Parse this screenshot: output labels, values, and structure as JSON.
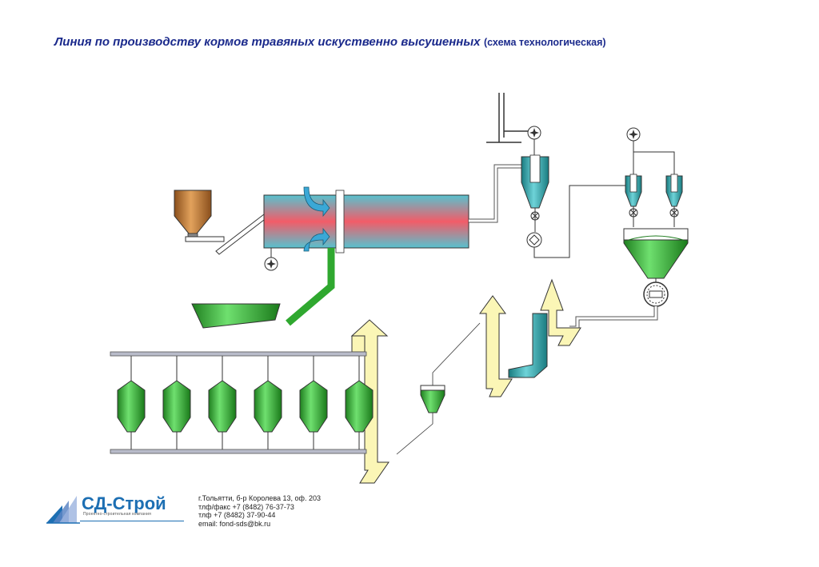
{
  "title": {
    "main": "Линия по производству кормов травяных искуственно высушенных",
    "sub": "(схема технологическая)"
  },
  "company": {
    "name": "СД-Строй",
    "tagline": "Проектно-строительная компания",
    "address": "г.Тольятти, б-р Королева 13, оф. 203",
    "phone_fax": "тлф/факс +7 (8482) 76-37-73",
    "phone": "тлф +7 (8482) 37-90-44",
    "email": "email: fond-sds@bk.ru"
  },
  "colors": {
    "title": "#1b2a8c",
    "green": "#2fa82f",
    "teal": "#2a9fa0",
    "yellow": "#fbf6b6",
    "brown": "#c07a35",
    "brand": "#1d6fb3"
  },
  "silo_count": 6
}
